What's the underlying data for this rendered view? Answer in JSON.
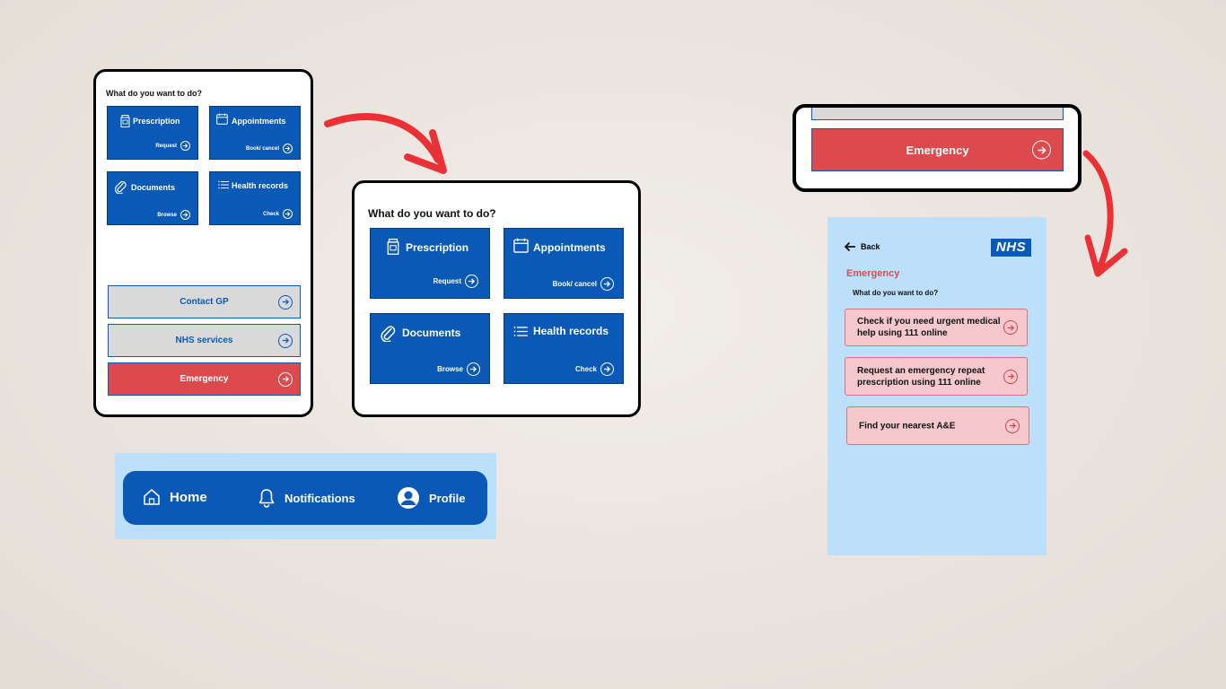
{
  "question": "What do you want to do?",
  "tiles": [
    {
      "title": "Prescription",
      "action": "Request",
      "icon": "pill-bottle-icon"
    },
    {
      "title": "Appointments",
      "action": "Book/ cancel",
      "icon": "calendar-icon"
    },
    {
      "title": "Documents",
      "action": "Browse",
      "icon": "paperclip-icon"
    },
    {
      "title": "Health records",
      "action": "Check",
      "icon": "list-icon"
    }
  ],
  "buttons": {
    "contact_gp": "Contact GP",
    "nhs_services": "NHS services",
    "emergency": "Emergency"
  },
  "nav": {
    "home": "Home",
    "notifications": "Notifications",
    "profile": "Profile"
  },
  "emergency_page": {
    "back": "Back",
    "logo": "NHS",
    "title": "Emergency",
    "question": "What do you want to do?",
    "options": [
      "Check if you need urgent medical help using 111 online",
      "Request an emergency repeat prescription using 111 online",
      "Find your nearest A&E"
    ]
  },
  "colors": {
    "nhs_blue": "#0b59b6",
    "emergency_red": "#dd4a4d",
    "light_blue_bg": "#bcdffb",
    "option_pink": "#f4c8cc",
    "arrow_red": "#ea3236"
  }
}
